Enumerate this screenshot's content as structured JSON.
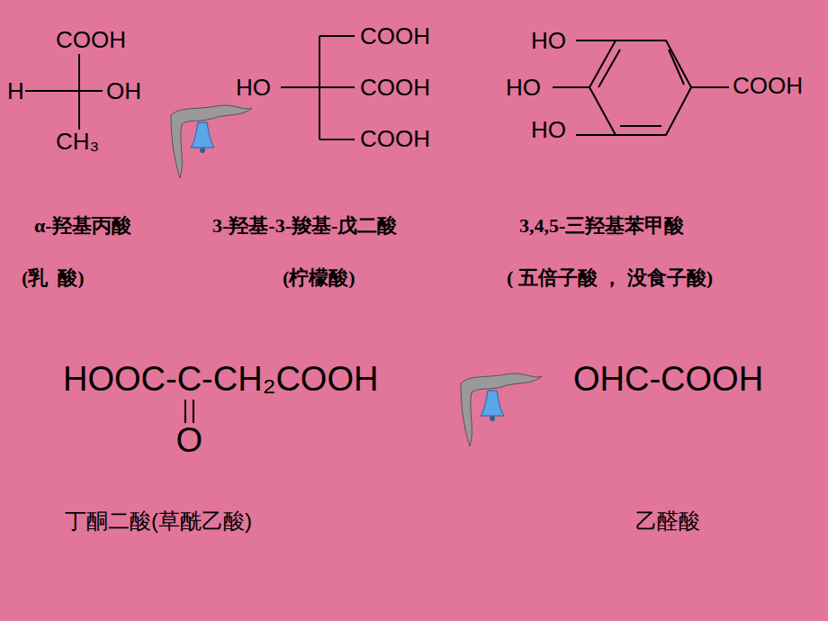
{
  "diagram": {
    "labels": [
      "COOH",
      "H",
      "OH",
      "CH₃",
      "COOH",
      "HO",
      "COOH",
      "COOH",
      "HO",
      "HO",
      "HO",
      "COOH",
      "α-羟基丙酸",
      "3-羟基-3-羧基-戊二酸",
      "3,4,5-三羟基苯甲酸",
      "(乳  酸)",
      "(柠檬酸)",
      "( 五倍子酸 ， 没食子酸)",
      "HOOC-C-CH₂COOH",
      "O",
      "OHC-COOH",
      "丁酮二酸(草酰乙酸)",
      "乙醛酸"
    ]
  }
}
